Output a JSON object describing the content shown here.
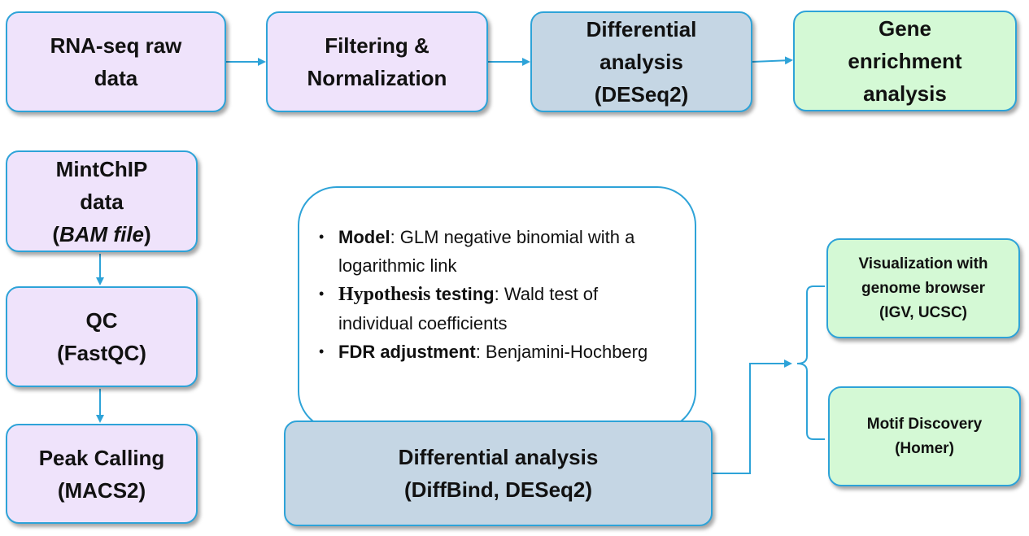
{
  "rna_pipeline": {
    "raw_data": [
      "RNA-seq raw",
      "data"
    ],
    "filtering": [
      "Filtering &",
      "Normalization"
    ],
    "differential": [
      "Differential",
      "analysis",
      "(DESeq2)"
    ],
    "enrichment": [
      "Gene",
      "enrichment",
      "analysis"
    ]
  },
  "chip_pipeline": {
    "data": {
      "line1": "MintChIP",
      "line2": "data",
      "open_paren": "(",
      "file_label": "BAM file",
      "close_paren": ")"
    },
    "qc": [
      "QC",
      "(FastQC)"
    ],
    "peak_calling": [
      "Peak Calling",
      "(MACS2)"
    ],
    "differential": [
      "Differential analysis",
      "(DiffBind, DESeq2)"
    ],
    "visualization": [
      "Visualization with",
      "genome browser",
      "(IGV, UCSC)"
    ],
    "motif": [
      "Motif Discovery",
      "(Homer)"
    ]
  },
  "model_details": {
    "bullets": [
      {
        "term": "Model",
        "rest": ": GLM negative binomial with a logarithmic link"
      },
      {
        "term": "Hypothesis",
        "term2": " testing",
        "rest": ": Wald test of individual coefficients"
      },
      {
        "term": "FDR adjustment",
        "rest": ": Benjamini-Hochberg"
      }
    ]
  },
  "colors": {
    "border": "#2ea3d8",
    "purple_fill": "#efe3fb",
    "grey_fill": "#c5d6e4",
    "green_fill": "#d4f9d5",
    "connector": "#2ea3d8"
  }
}
